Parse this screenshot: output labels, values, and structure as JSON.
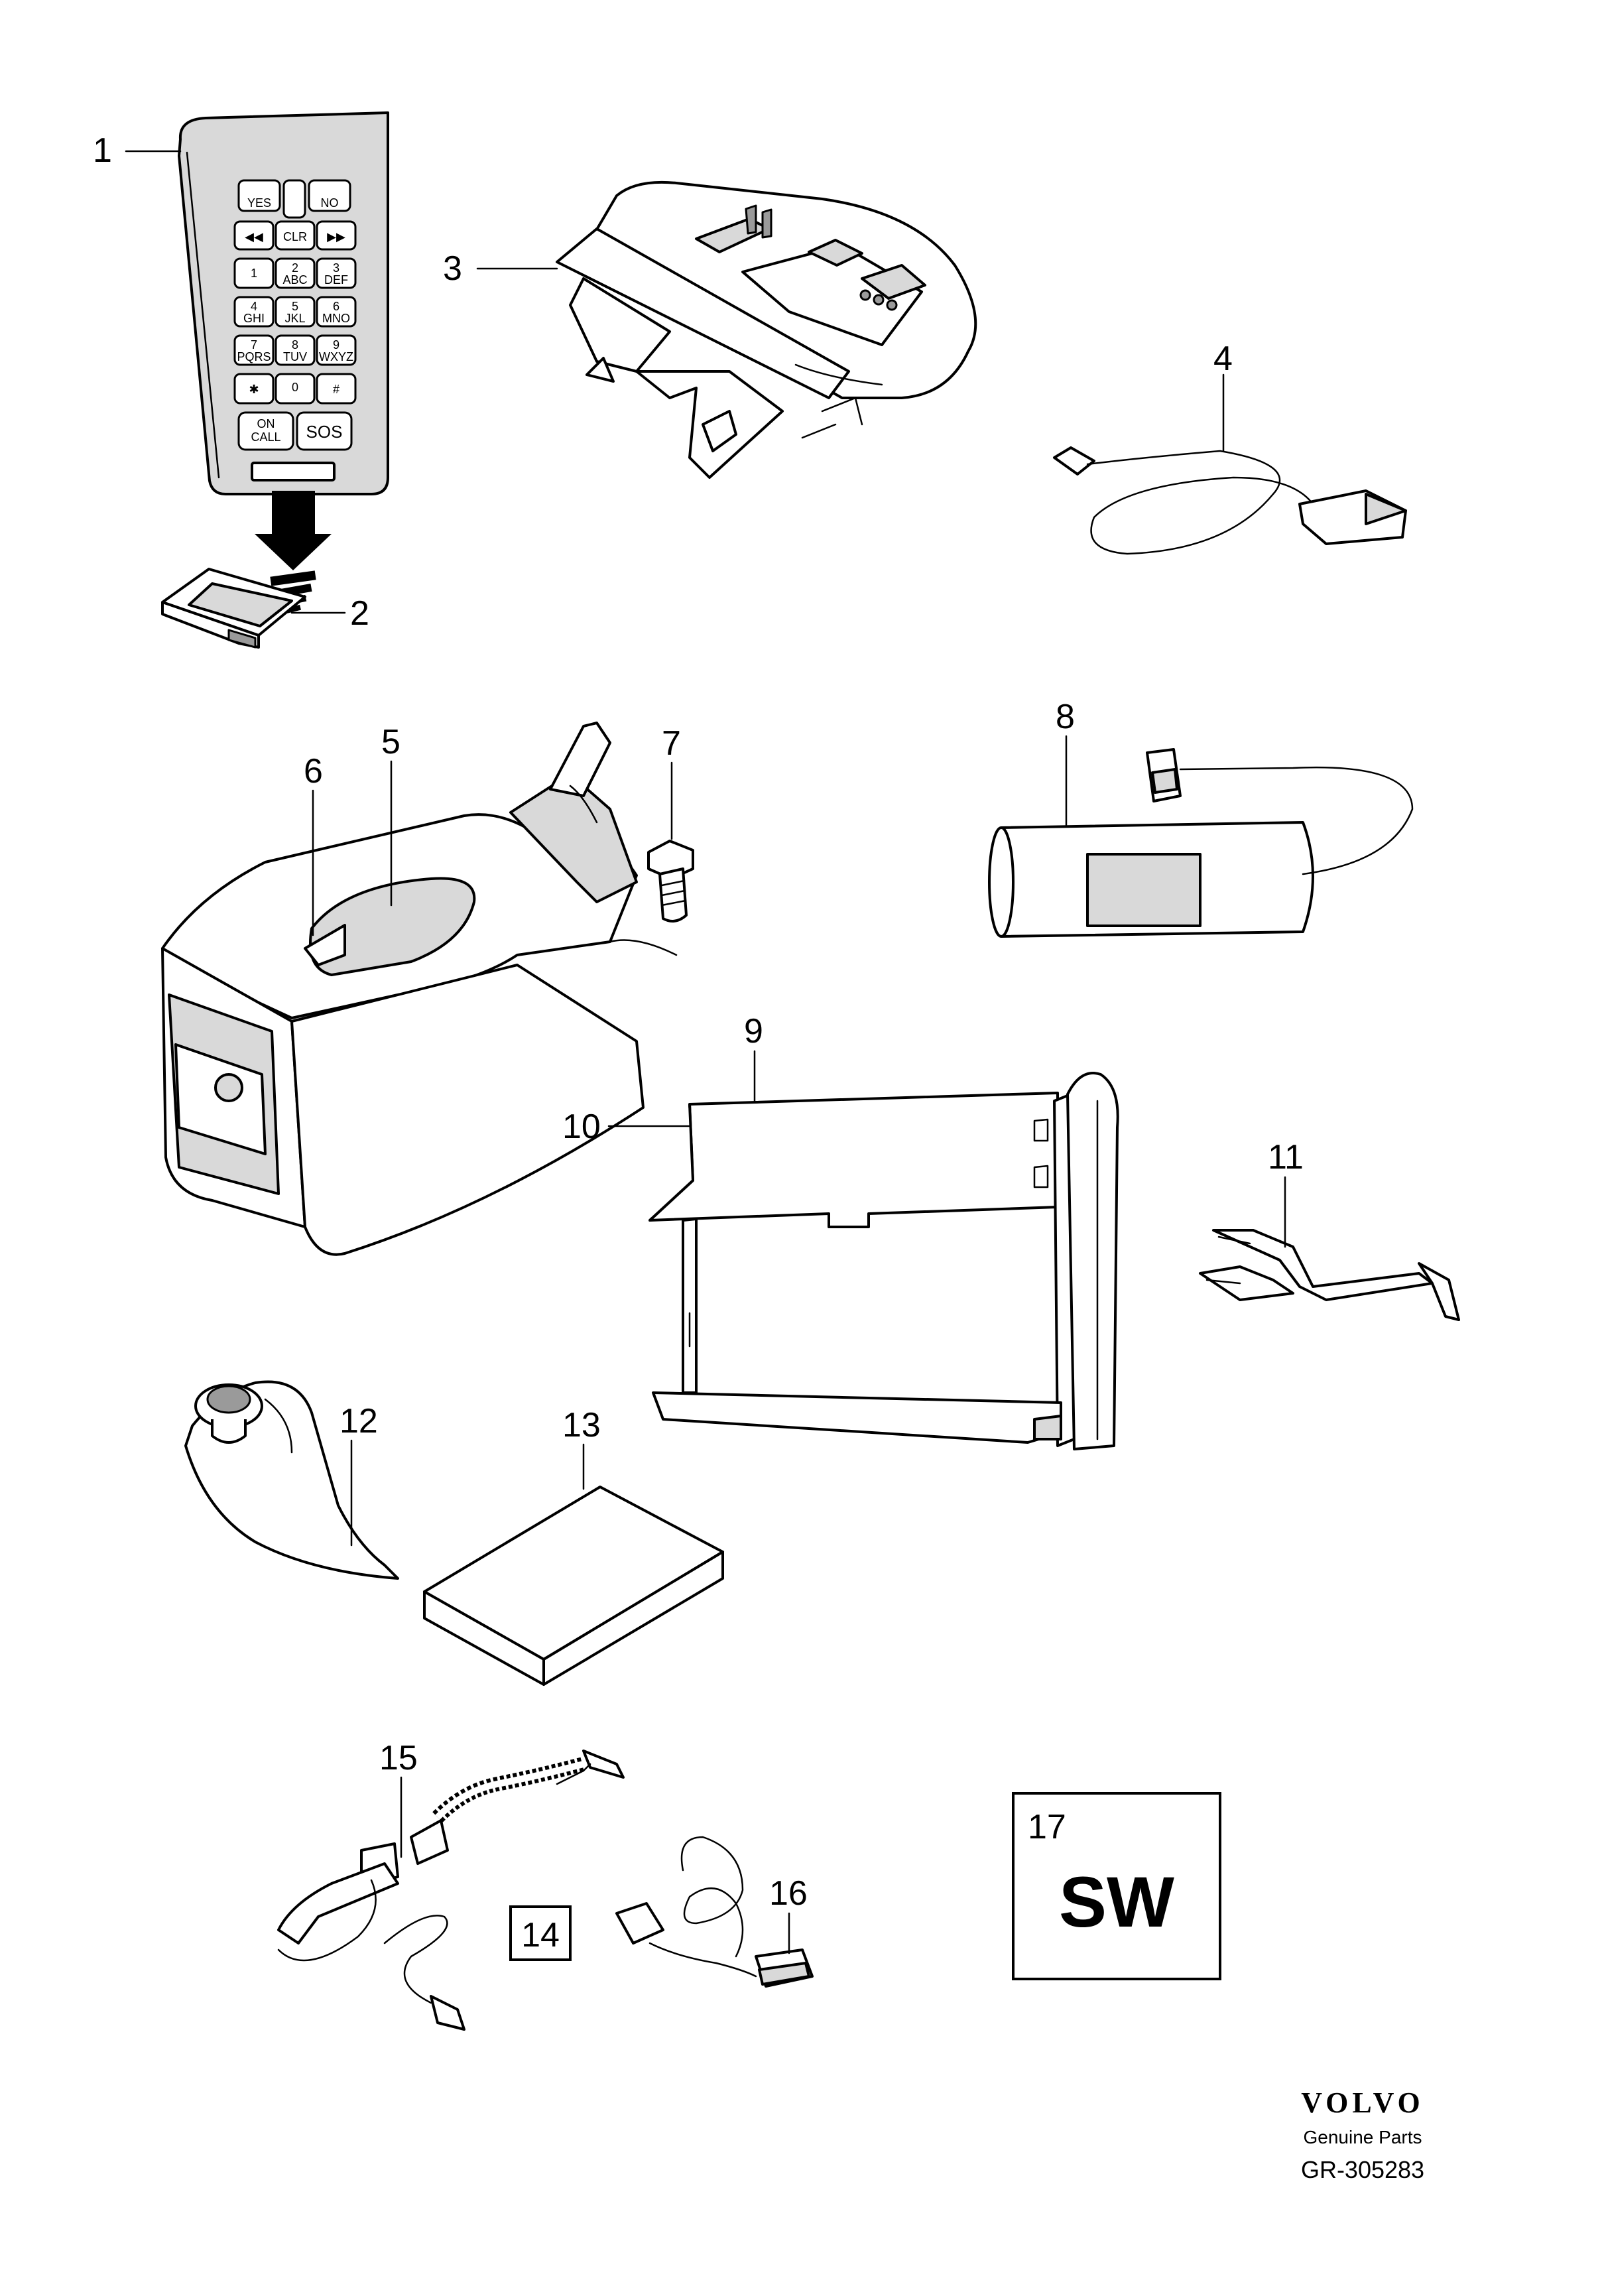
{
  "callouts": {
    "c1": "1",
    "c2": "2",
    "c3": "3",
    "c4": "4",
    "c5": "5",
    "c6": "6",
    "c7": "7",
    "c8": "8",
    "c9": "9",
    "c10": "10",
    "c11": "11",
    "c12": "12",
    "c13": "13",
    "c14": "14",
    "c15": "15",
    "c16": "16",
    "c17": "17"
  },
  "keypad": {
    "yes": "YES",
    "no": "NO",
    "clr": "CLR",
    "k1": "1",
    "k2": "2",
    "k2sub": "ABC",
    "k3": "3",
    "k3sub": "DEF",
    "k4": "4",
    "k4sub": "GHI",
    "k5": "5",
    "k5sub": "JKL",
    "k6": "6",
    "k6sub": "MNO",
    "k7": "7",
    "k7sub": "PQRS",
    "k8": "8",
    "k8sub": "TUV",
    "k9": "9",
    "k9sub": "WXYZ",
    "k0": "0",
    "star": "✱",
    "hash": "#",
    "oncall1": "ON",
    "oncall2": "CALL",
    "sos": "SOS"
  },
  "software_box": {
    "number": "17",
    "label": "SW"
  },
  "footer": {
    "brand": "VOLVO",
    "subtitle": "Genuine Parts",
    "reference": "GR-305283"
  }
}
